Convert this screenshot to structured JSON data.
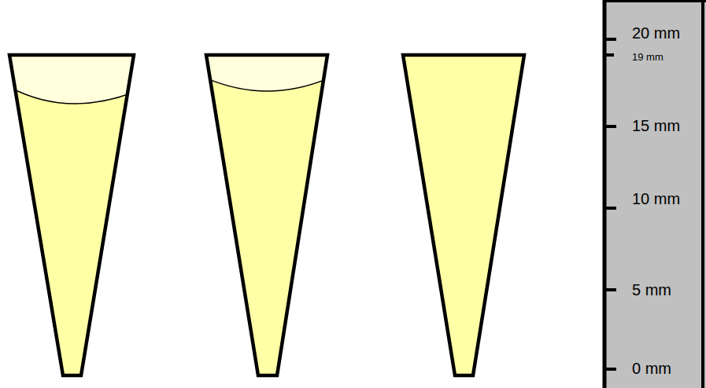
{
  "diagram": {
    "nodes": [
      {
        "text": [
          "20 mm",
          "19 mm",
          "15 mm",
          "10 mm",
          "5 mm",
          "0 mm"
        ]
      }
    ]
  }
}
